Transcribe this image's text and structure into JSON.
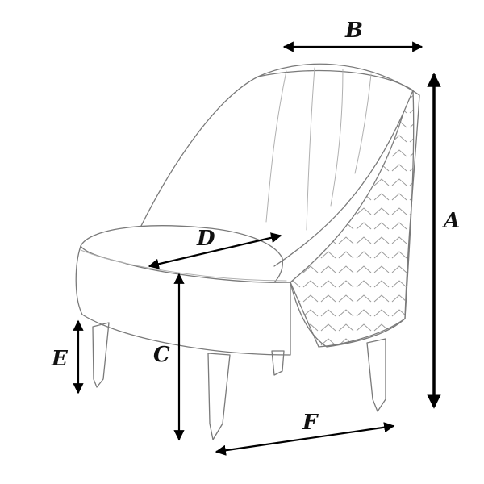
{
  "dimensions": {
    "a": "A",
    "b": "B",
    "c": "C",
    "d": "D",
    "e": "E",
    "f": "F"
  },
  "colors": {
    "line": "#7a7a7a",
    "arrow": "#000000",
    "background": "#ffffff"
  }
}
